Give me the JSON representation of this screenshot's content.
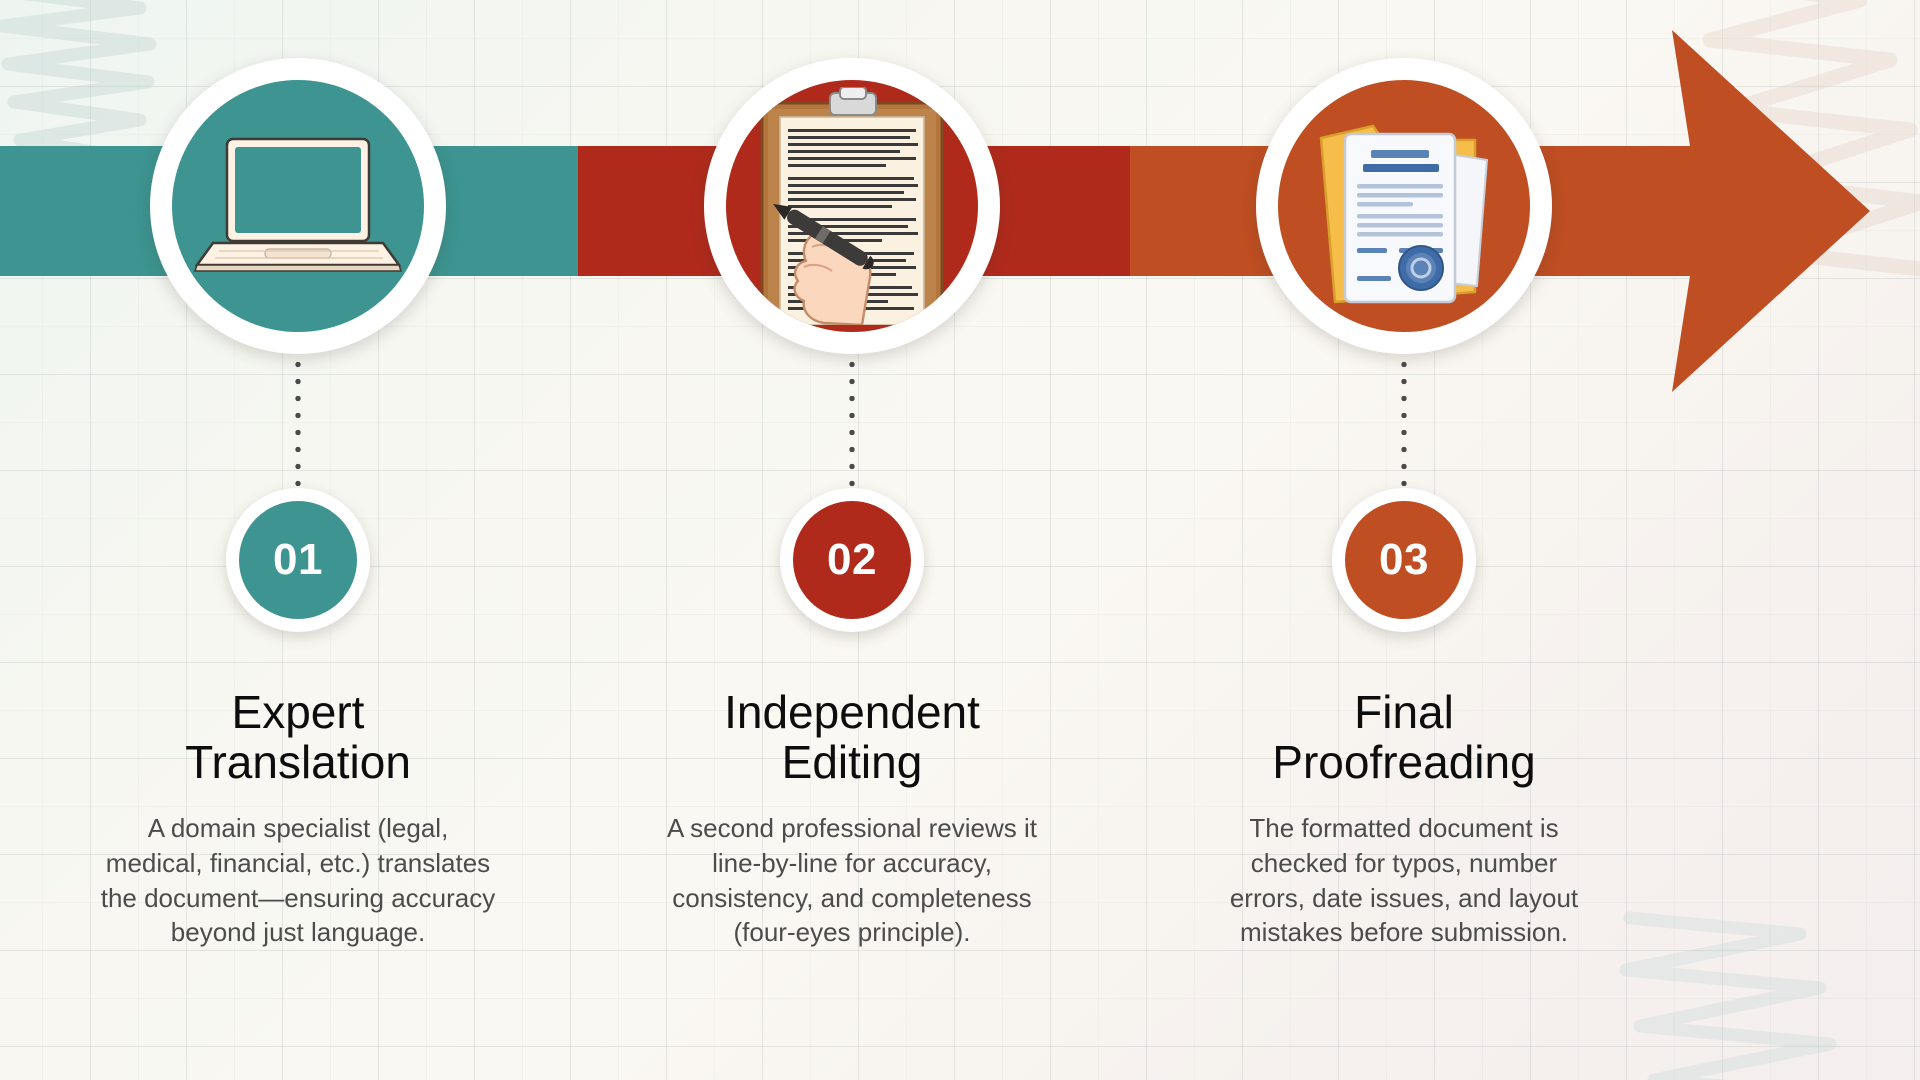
{
  "theme": {
    "teal": "#3D9490",
    "dark_red": "#B02A1B",
    "rust": "#BF4E22",
    "background": "#F6F4EE",
    "title_color": "#0D0D0D",
    "body_color": "#4C4C4C",
    "badge_text_color": "#FFFFFF"
  },
  "flow": {
    "direction": "left-to-right",
    "arrow_label": "process-arrow",
    "segments": [
      {
        "name": "segment-1",
        "color": "#3D9490"
      },
      {
        "name": "segment-2",
        "color": "#B02A1B"
      },
      {
        "name": "segment-3",
        "color": "#BF4E22"
      }
    ]
  },
  "steps": [
    {
      "number": "01",
      "title": "Expert\nTranslation",
      "body": "A domain specialist (legal,\nmedical, financial, etc.) translates\nthe document—ensuring accuracy\nbeyond just language.",
      "color": "#3D9490",
      "icon": "laptop-icon"
    },
    {
      "number": "02",
      "title": "Independent\nEditing",
      "body": "A second professional reviews it\nline-by-line for accuracy,\nconsistency, and completeness\n(four-eyes principle).",
      "color": "#B02A1B",
      "icon": "clipboard-hand-pen-icon"
    },
    {
      "number": "03",
      "title": "Final\nProofreading",
      "body": "The formatted document is\nchecked for typos, number\nerrors, date issues, and layout\nmistakes before submission.",
      "color": "#BF4E22",
      "icon": "documents-seal-icon"
    }
  ]
}
